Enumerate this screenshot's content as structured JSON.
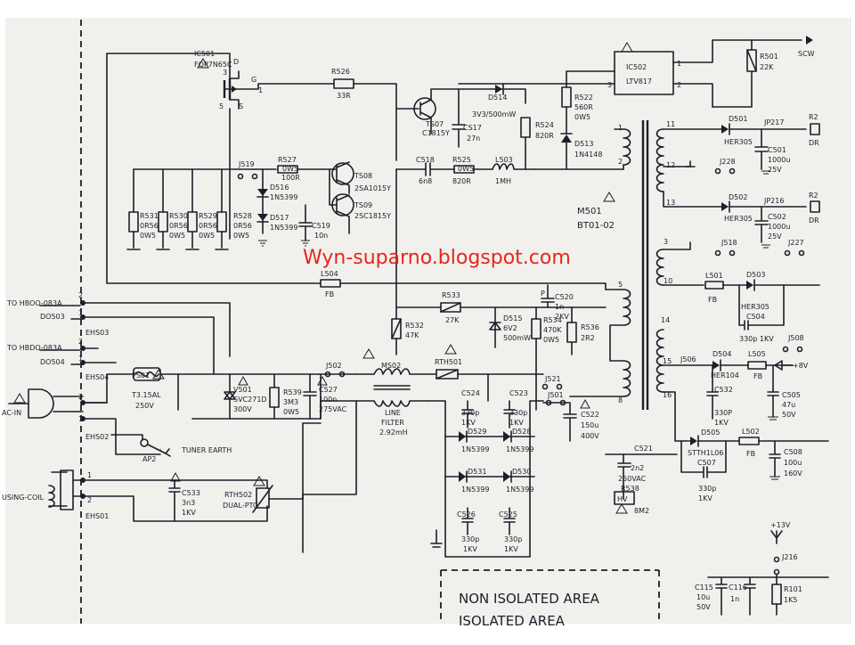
{
  "watermark": "Wyn-suparno.blogspot.com",
  "areas": {
    "non_isolated": "NON ISOLATED AREA",
    "isolated": "ISOLATED AREA"
  },
  "connectors": {
    "to_hboo_1": "TO HBOO-083A",
    "d0503": "DO503",
    "ehs03": "EHS03",
    "to_hboo_2": "TO HBDO-083A",
    "d0504": "DO504",
    "ehs04": "EHS04",
    "ac_in": "AC-IN",
    "ehs02": "EHS02",
    "using_coil": "USING-COIL",
    "ehs01": "EHS01",
    "tuner_earth": "TUNER EARTH",
    "ap2": "AP2",
    "pin2": "2",
    "pin1": "1"
  },
  "parts": {
    "ic501": "IC501",
    "ic501_type": "FQP7N65C",
    "pin_d": "D",
    "pin_g": "G",
    "pin_s": "S",
    "n1": "1",
    "n2": "2",
    "n3": "3",
    "n5": "5",
    "r526": "R526",
    "r526_v": "33R",
    "ts07": "TS07",
    "ts07_t": "C1815Y",
    "cs17": "CS17",
    "cs17_v": "27n",
    "d514": "D514",
    "d514_v": "3V3/500mW",
    "r524": "R524",
    "r524_v": "820R",
    "r522": "R522",
    "r522_v": "560R",
    "r522_w": "0W5",
    "d513": "D513",
    "d513_t": "1N4148",
    "ic502": "IC502",
    "ic502_t": "LTV817",
    "r501": "R501",
    "r501_v": "22K",
    "scw": "SCW",
    "r527": "R527",
    "r527_v": "100R",
    "r527_w": "0W5",
    "d516": "D516",
    "d516_t": "1N5399",
    "d517": "D517",
    "d517_t": "1N5399",
    "j519": "J519",
    "ts08": "TS08",
    "ts08_t": "2SA1015Y",
    "ts09": "TS09",
    "ts09_t": "2SC1815Y",
    "c519": "C519",
    "c519_v": "10n",
    "c518": "C518",
    "c518_v": "6n8",
    "r525": "R525",
    "r525_w": "0W5",
    "r525_v": "820R",
    "l503": "L503",
    "l503_v": "1MH",
    "r531": "R531",
    "r530": "R530",
    "r529": "R529",
    "r528": "R528",
    "r_val": "0R56",
    "r_w": "0W5",
    "m501": "M501",
    "m501_t": "BT01-02",
    "l504": "L504",
    "fb": "FB",
    "d501": "D501",
    "d501_t": "HER305",
    "jp217": "JP217",
    "r2a": "R2",
    "dr_a": "DR",
    "c501": "C501",
    "c501_v": "1000u",
    "c501_u": "25V",
    "j228": "J228",
    "d502": "D502",
    "d502_t": "HER305",
    "jp216": "JP216",
    "r2b": "R2",
    "dr_b": "DR",
    "c502": "C502",
    "c502_v": "1000u",
    "c502_u": "25V",
    "j518": "J518",
    "j227": "J227",
    "t11": "11",
    "t12": "12",
    "t13": "13",
    "t3": "3",
    "t10": "10",
    "t14": "14",
    "t15": "15",
    "t16": "16",
    "t1": "1",
    "t2": "2",
    "t5": "5",
    "t8": "8",
    "l501": "L501",
    "d503": "D503",
    "d503_t": "HER305",
    "c504": "C504",
    "c504_v": "330p 1KV",
    "j508": "J508",
    "j506": "J506",
    "d504": "D504",
    "d504_t": "HER104",
    "l505": "L505",
    "plus_b": "+8V",
    "c532": "C532",
    "c532_v": "330P",
    "c532_u": "1KV",
    "c505": "C505",
    "c505_v": "47u",
    "c505_u": "50V",
    "d505": "D505",
    "d505_t": "STTH1L06",
    "l502": "L502",
    "c508": "C508",
    "c508_v": "100u",
    "c508_u": "160V",
    "c507": "C507",
    "c507_v": "330p",
    "c507_u": "1KV",
    "r533": "R533",
    "r533_v": "27K",
    "c520": "C520",
    "c520_v": "1n",
    "c520_u": "2KV",
    "p": "P",
    "d515": "D515",
    "d515_v": "6V2",
    "d515_u": "500mW",
    "r534": "R534",
    "r534_v": "470K",
    "r534_w": "0W5",
    "r536": "R536",
    "r536_v": "2R2",
    "r532": "R532",
    "r532_v": "47K",
    "ps01": "PS01",
    "ps01_v": "T3.15AL",
    "ps01_u": "250V",
    "v501": "V501",
    "v501_t": "SVC271D",
    "v501_u": "300V",
    "r539": "R539",
    "r539_v": "3M3",
    "r539_w": "0W5",
    "c527": "C527",
    "c527_v": "100n",
    "c527_u": "275VAC",
    "j502": "J502",
    "m502": "MS02",
    "m502_t": "LINE",
    "m502_t2": "FILTER",
    "m502_v": "2.92mH",
    "rth501": "RTH501",
    "c524": "C524",
    "c524_v": "330p",
    "c524_u": "1KV",
    "c523": "C523",
    "c523_v": "330p",
    "c523_u": "1KV",
    "j521": "J521",
    "j501": "J501",
    "c522": "C522",
    "c522_v": "150u",
    "c522_u": "400V",
    "d529": "D529",
    "d528": "D528",
    "d531": "D531",
    "d530": "D530",
    "d_t": "1N5399",
    "c526": "C526",
    "c526_v": "330p",
    "c526_u": "1KV",
    "c525": "C525",
    "c525_v": "330p",
    "c525_u": "1KV",
    "c521": "C521",
    "c521_v": "2n2",
    "c521_u": "250VAC",
    "r538": "R538",
    "hv": "HV",
    "r538_v": "8M2",
    "c533": "C533",
    "c533_v": "3n3",
    "c533_u": "1KV",
    "rth502": "RTH502",
    "rth502_t": "DUAL-PTC",
    "plus13v": "+13V",
    "j216": "J216",
    "c115": "C115",
    "c115_v": "10u",
    "c115_u": "50V",
    "c116": "C116",
    "c116_v": "1n",
    "r101": "R101",
    "r101_v": "1K5"
  },
  "colors": {
    "ink": "#1b1f29",
    "watermark": "#e8251c",
    "paper": "#f1f0ec"
  }
}
